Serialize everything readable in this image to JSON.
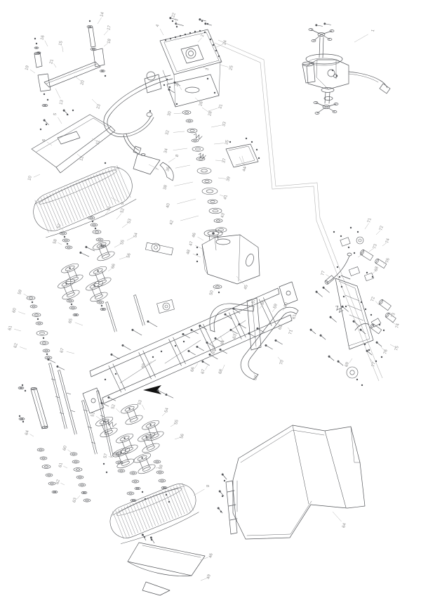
{
  "colors": {
    "background": "#ffffff",
    "line": "#54565a",
    "line_light": "#8d8f93",
    "label": "#8a8a8a",
    "leader": "#b4b4b4",
    "arrow": "#111111"
  },
  "callouts": [
    [
      14,
      147,
      21,
      139,
      34
    ],
    [
      17,
      157,
      40,
      148,
      50
    ],
    [
      18,
      157,
      59,
      148,
      66
    ],
    [
      16,
      62,
      54,
      68,
      66
    ],
    [
      15,
      88,
      62,
      90,
      74
    ],
    [
      21,
      75,
      88,
      80,
      96
    ],
    [
      19,
      40,
      97,
      50,
      104
    ],
    [
      20,
      119,
      118,
      106,
      108
    ],
    [
      13,
      89,
      146,
      79,
      126
    ],
    [
      23,
      142,
      152,
      131,
      141
    ],
    [
      22,
      249,
      22,
      252,
      36
    ],
    [
      2,
      290,
      51,
      282,
      60
    ],
    [
      3,
      297,
      99,
      288,
      95
    ],
    [
      4,
      226,
      37,
      233,
      50
    ],
    [
      24,
      322,
      61,
      306,
      68
    ],
    [
      25,
      331,
      97,
      313,
      92
    ],
    [
      26,
      288,
      148,
      278,
      139
    ],
    [
      27,
      254,
      120,
      259,
      128
    ],
    [
      28,
      301,
      162,
      288,
      153
    ],
    [
      30,
      243,
      162,
      259,
      161
    ],
    [
      31,
      316,
      152,
      297,
      158
    ],
    [
      32,
      240,
      189,
      263,
      187
    ],
    [
      33,
      321,
      177,
      301,
      181
    ],
    [
      34,
      238,
      215,
      267,
      211
    ],
    [
      35,
      325,
      203,
      305,
      205
    ],
    [
      36,
      241,
      241,
      271,
      235
    ],
    [
      37,
      321,
      229,
      307,
      228
    ],
    [
      38,
      237,
      267,
      275,
      259
    ],
    [
      39,
      327,
      255,
      311,
      253
    ],
    [
      40,
      241,
      293,
      279,
      283
    ],
    [
      41,
      323,
      281,
      313,
      277
    ],
    [
      42,
      246,
      317,
      283,
      307
    ],
    [
      43,
      319,
      307,
      315,
      301
    ],
    [
      1,
      533,
      44,
      505,
      60
    ],
    [
      5,
      80,
      163,
      88,
      176
    ],
    [
      6,
      64,
      200,
      74,
      207
    ],
    [
      11,
      141,
      203,
      131,
      197
    ],
    [
      12,
      118,
      226,
      110,
      219
    ],
    [
      8,
      254,
      222,
      240,
      231
    ],
    [
      7,
      226,
      241,
      212,
      234
    ],
    [
      9,
      176,
      290,
      158,
      281
    ],
    [
      10,
      44,
      254,
      57,
      248
    ],
    [
      44,
      350,
      241,
      341,
      223
    ],
    [
      45,
      352,
      409,
      337,
      393
    ],
    [
      46,
      278,
      335,
      290,
      342
    ],
    [
      47,
      274,
      347,
      288,
      354
    ],
    [
      48,
      270,
      359,
      286,
      366
    ],
    [
      50,
      303,
      417,
      310,
      404
    ],
    [
      51,
      157,
      297,
      148,
      308
    ],
    [
      52,
      176,
      300,
      166,
      312
    ],
    [
      53,
      186,
      315,
      174,
      324
    ],
    [
      54,
      195,
      335,
      181,
      342
    ],
    [
      55,
      176,
      345,
      163,
      352
    ],
    [
      56,
      185,
      364,
      170,
      369
    ],
    [
      57,
      86,
      322,
      92,
      331
    ],
    [
      58,
      80,
      344,
      88,
      348
    ],
    [
      66,
      163,
      379,
      154,
      386
    ],
    [
      59,
      30,
      416,
      42,
      423
    ],
    [
      60,
      22,
      442,
      36,
      447
    ],
    [
      61,
      16,
      467,
      30,
      471
    ],
    [
      62,
      24,
      492,
      38,
      497
    ],
    [
      64,
      40,
      616,
      48,
      621
    ],
    [
      65,
      102,
      457,
      118,
      463
    ],
    [
      67,
      90,
      499,
      106,
      503
    ],
    [
      69,
      206,
      521,
      216,
      514
    ],
    [
      57,
      363,
      429,
      356,
      437
    ],
    [
      58,
      376,
      431,
      370,
      439
    ],
    [
      59,
      394,
      436,
      388,
      444
    ],
    [
      60,
      409,
      434,
      403,
      442
    ],
    [
      61,
      421,
      451,
      414,
      456
    ],
    [
      62,
      401,
      466,
      396,
      460
    ],
    [
      63,
      336,
      479,
      330,
      470
    ],
    [
      64,
      319,
      488,
      314,
      478
    ],
    [
      65,
      306,
      501,
      302,
      491
    ],
    [
      66,
      276,
      526,
      282,
      517
    ],
    [
      67,
      291,
      529,
      296,
      520
    ],
    [
      68,
      316,
      529,
      320,
      519
    ],
    [
      69,
      366,
      538,
      360,
      528
    ],
    [
      70,
      403,
      516,
      396,
      508
    ],
    [
      71,
      416,
      473,
      410,
      466
    ],
    [
      71,
      528,
      314,
      520,
      326
    ],
    [
      72,
      545,
      325,
      536,
      334
    ],
    [
      73,
      536,
      351,
      526,
      358
    ],
    [
      74,
      554,
      343,
      545,
      350
    ],
    [
      75,
      518,
      361,
      510,
      366
    ],
    [
      76,
      554,
      371,
      546,
      376
    ],
    [
      77,
      462,
      389,
      470,
      394
    ],
    [
      68,
      538,
      383,
      530,
      390
    ],
    [
      72,
      533,
      426,
      540,
      434
    ],
    [
      73,
      562,
      449,
      554,
      444
    ],
    [
      74,
      568,
      464,
      558,
      458
    ],
    [
      75,
      567,
      496,
      556,
      490
    ],
    [
      76,
      551,
      501,
      543,
      494
    ],
    [
      77,
      534,
      519,
      527,
      510
    ],
    [
      69,
      496,
      519,
      502,
      510
    ],
    [
      51,
      134,
      590,
      144,
      597
    ],
    [
      52,
      163,
      579,
      171,
      587
    ],
    [
      53,
      201,
      573,
      206,
      583
    ],
    [
      54,
      239,
      584,
      231,
      592
    ],
    [
      55,
      253,
      601,
      243,
      607
    ],
    [
      56,
      261,
      621,
      249,
      625
    ],
    [
      57,
      152,
      649,
      161,
      651
    ],
    [
      58,
      231,
      665,
      222,
      666
    ],
    [
      60,
      94,
      638,
      102,
      644
    ],
    [
      61,
      88,
      662,
      96,
      666
    ],
    [
      62,
      84,
      686,
      92,
      690
    ],
    [
      63,
      108,
      712,
      114,
      705
    ],
    [
      9,
      298,
      692,
      276,
      705
    ],
    [
      46,
      302,
      791,
      285,
      797
    ],
    [
      49,
      299,
      821,
      286,
      826
    ],
    [
      64,
      492,
      748,
      474,
      728
    ]
  ]
}
